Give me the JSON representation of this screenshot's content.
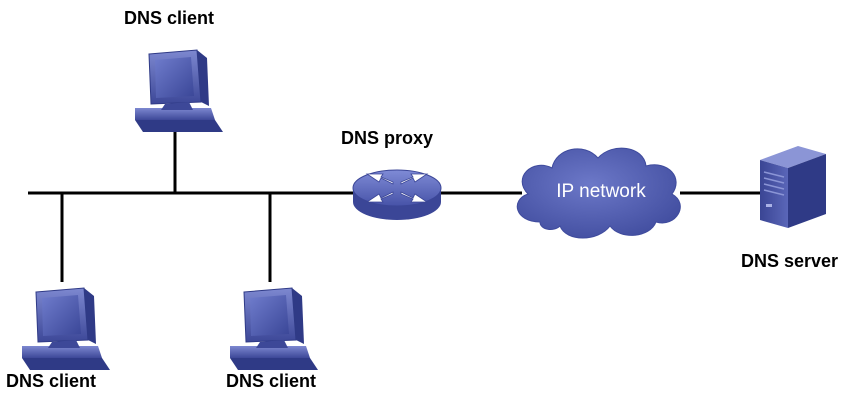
{
  "nodes": {
    "client_top": {
      "label": "DNS client",
      "icon": "computer-icon"
    },
    "client_bottom_left": {
      "label": "DNS client",
      "icon": "computer-icon"
    },
    "client_bottom_middle": {
      "label": "DNS client",
      "icon": "computer-icon"
    },
    "proxy": {
      "label": "DNS proxy",
      "icon": "router-icon"
    },
    "network": {
      "label": "IP network",
      "icon": "cloud-icon"
    },
    "server": {
      "label": "DNS server",
      "icon": "server-icon"
    }
  },
  "colors": {
    "device_fill": "#4a56a6",
    "device_dark": "#2f3a86",
    "device_light": "#8b95d6",
    "link": "#000000"
  }
}
